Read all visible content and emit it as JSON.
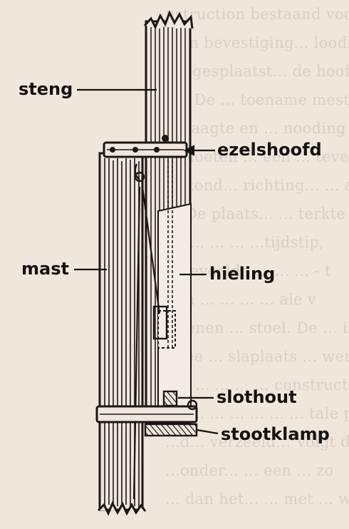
{
  "diagram": {
    "labels": {
      "steng": "steng",
      "ezelshoofd": "ezelshoofd",
      "mast": "mast",
      "hieling": "hieling",
      "slothout": "slothout",
      "stootklamp": "stootklamp"
    },
    "background_text_lines": [
      "nstruction bestaand voo",
      "g en bevestiging... loodlon",
      "zal gesplaatst... de hoofdin to",
      "en. De ... toename mest",
      "uitlaagte en ... nooding en",
      "...moeten ... een ... tevens a",
      "...stond... richting... ... aan",
      "... De plaats... ... terkte z",
      "...b... ... ... ...tijdstip,",
      "...gevoelde ... ... ... - t",
      "...in ... ... ... ... aie v",
      "...tenen ... stoel. De ... is er",
      "...lee ... slaplaats ... wemp d",
      "...d ... ... ... ... constructi",
      "...g... ... ... ... ... ... tale pl",
      "...d... verzeeld... Volgt den. Ko",
      "...onder... ... een ... zo",
      "... dan het... ... met ... we"
    ]
  }
}
